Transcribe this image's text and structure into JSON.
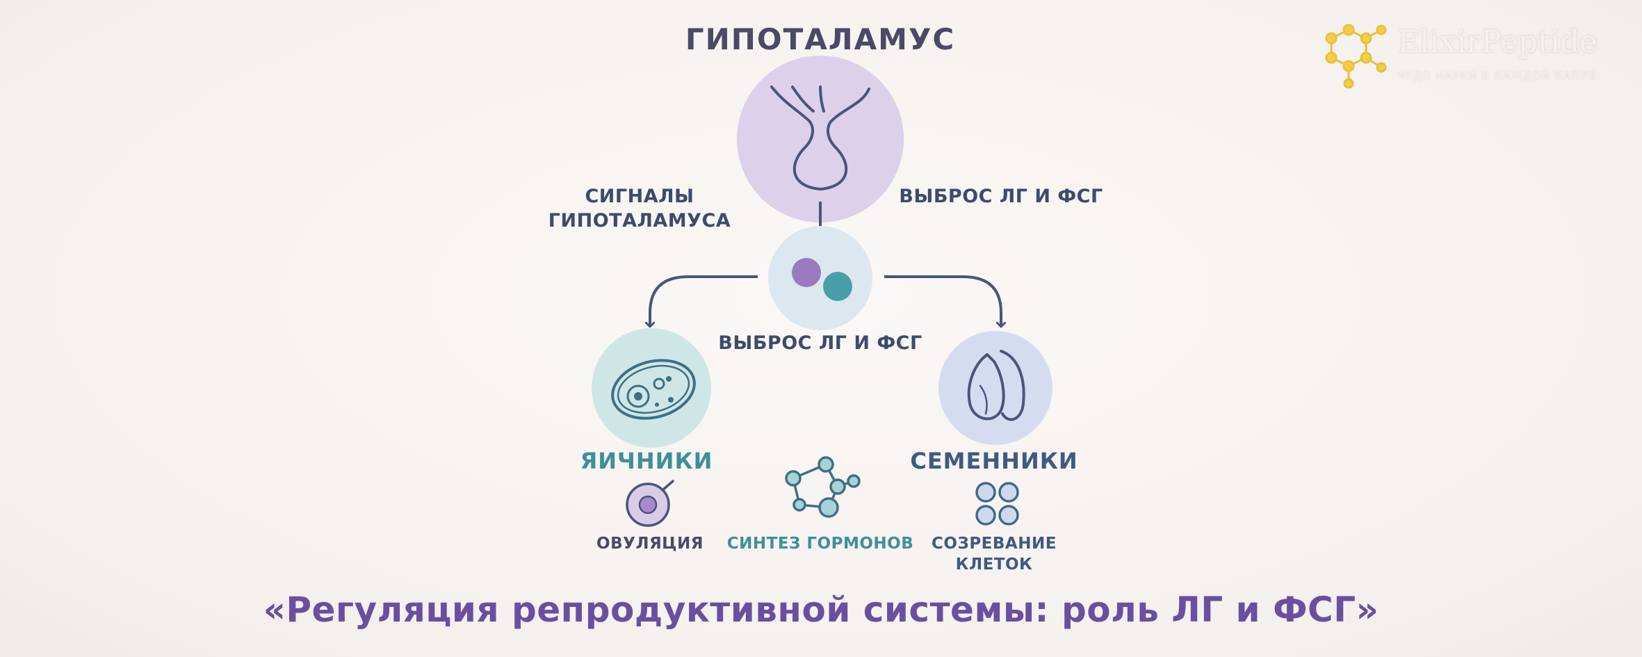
{
  "diagram": {
    "top_node": "ГИПОТАЛАМУС",
    "left_top_label": "СИГНАЛЫ ГИПОТАЛАМУСА",
    "right_top_label": "ВЫБРОС ЛГ И ФСГ",
    "center_label": "ВЫБРОС ЛГ И ФСГ",
    "left_node": "ЯИЧНИКИ",
    "right_node": "СЕМЕННИКИ",
    "left_sub": "ОВУЛЯЦИЯ",
    "center_sub": "СИНТЕЗ ГОРМОНОВ",
    "right_sub": "СОЗРЕВАНИЕ КЛЕТОК"
  },
  "title": "«Регуляция репродуктивной системы: роль ЛГ и ФСГ»",
  "logo": {
    "name": "ElixirPeptide",
    "tagline": "ЧУДО НАУКИ В КАЖДОЙ КАПЛЕ"
  },
  "colors": {
    "hypothalamus_fill": "#ddd0ea",
    "pituitary_fill": "#dde7ef",
    "ovary_fill": "#cfe6e6",
    "testes_fill": "#d6dcf0",
    "stroke": "#4a5578",
    "purple_dot": "#9b7bbf",
    "teal_dot": "#4a9ea8",
    "title": "#6a4fa0",
    "logo_gold": "#e8c13a"
  },
  "icons": [
    "hypothalamus-icon",
    "pituitary-icon",
    "ovary-icon",
    "testes-icon",
    "ovum-icon",
    "molecule-icon",
    "cells-icon",
    "logo-molecule-icon"
  ]
}
